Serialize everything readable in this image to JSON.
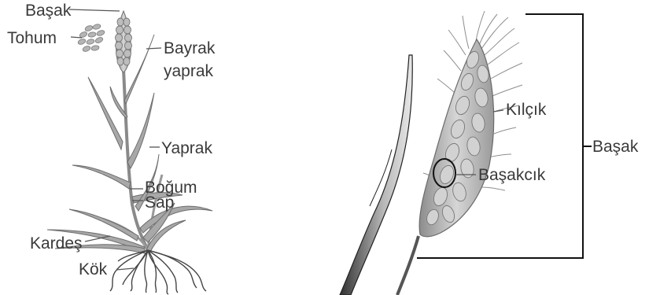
{
  "left_diagram": {
    "labels": {
      "basak": "Başak",
      "tohum": "Tohum",
      "bayrak_yaprak_1": "Bayrak",
      "bayrak_yaprak_2": "yaprak",
      "yaprak": "Yaprak",
      "bogum": "Boğum",
      "sap": "Sap",
      "kardes": "Kardeş",
      "kok": "Kök"
    }
  },
  "right_diagram": {
    "labels": {
      "kilcik": "Kılçık",
      "basakcik": "Başakcık",
      "basak": "Başak"
    }
  }
}
